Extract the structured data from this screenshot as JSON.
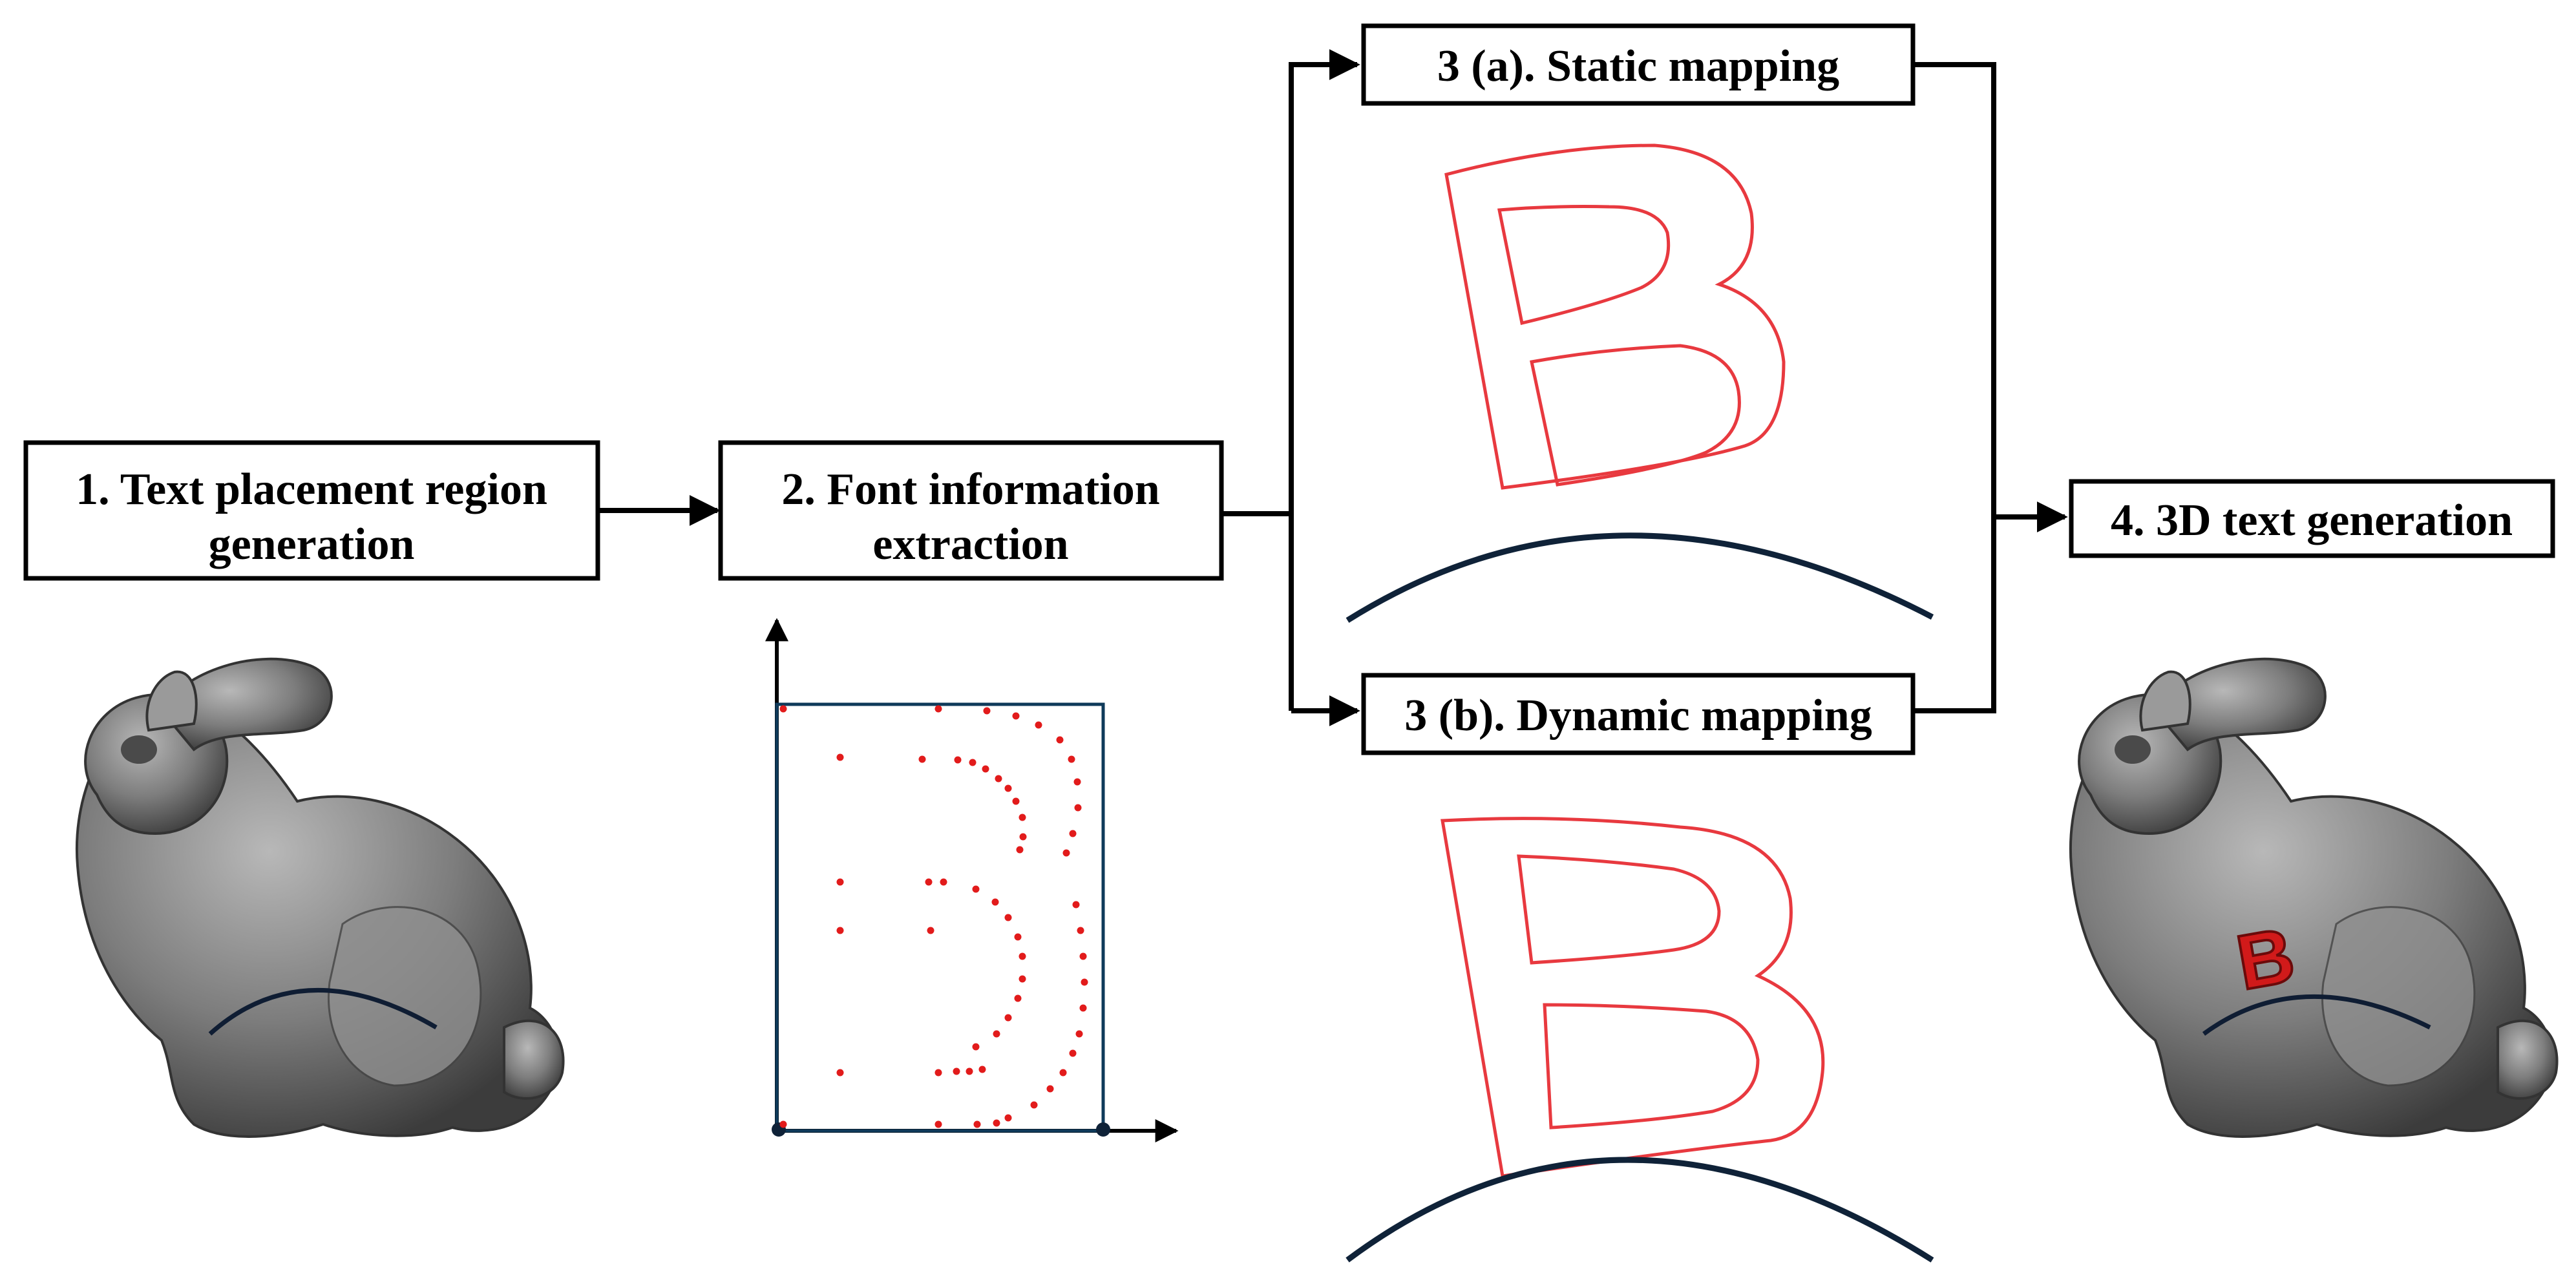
{
  "steps": {
    "step1": {
      "line1": "1. Text placement region",
      "line2": "generation"
    },
    "step2": {
      "line1": "2. Font information",
      "line2": "extraction"
    },
    "step3a": {
      "label": "3 (a). Static mapping"
    },
    "step3b": {
      "label": "3 (b). Dynamic mapping"
    },
    "step4": {
      "label": "4. 3D text generation"
    }
  },
  "glyph": {
    "letter": "B",
    "outline_color": "#e8393f",
    "fill_color": "#d11a1a"
  },
  "colors": {
    "curve": "#0f2238",
    "point": "#e21b1b",
    "box_stroke": "#000000",
    "frame": "#0f3a5a"
  },
  "icons": {
    "model_left": "bunny-mesh-icon",
    "model_right": "bunny-mesh-with-text-icon"
  }
}
